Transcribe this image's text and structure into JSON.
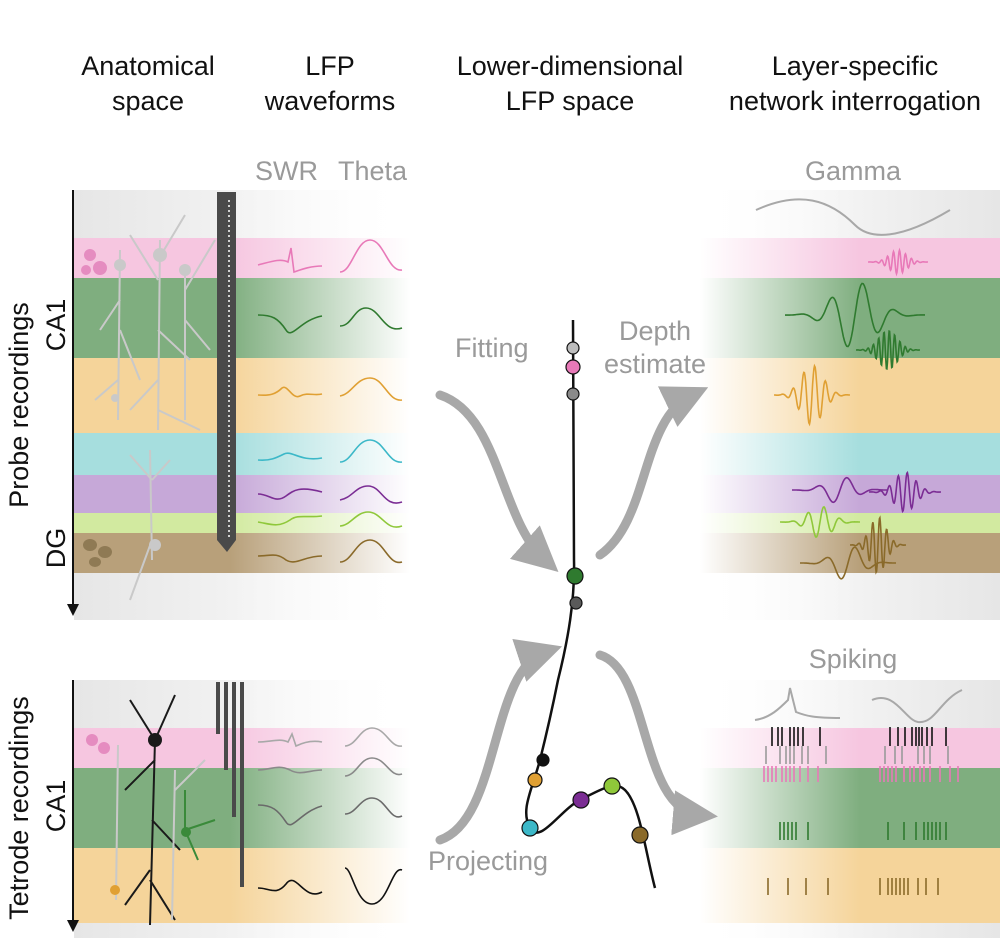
{
  "columns": {
    "anatomical": [
      "Anatomical",
      "space"
    ],
    "lfp": [
      "LFP",
      "waveforms"
    ],
    "lower": [
      "Lower-dimensional",
      "LFP space"
    ],
    "layer": [
      "Layer-specific",
      "network interrogation"
    ]
  },
  "lfp_sublabels": {
    "swr": "SWR",
    "theta": "Theta"
  },
  "right_labels": {
    "gamma": "Gamma",
    "spiking": "Spiking"
  },
  "arrow_labels": {
    "fitting": "Fitting",
    "depth": [
      "Depth",
      "estimate"
    ],
    "projecting": "Projecting"
  },
  "side_labels": {
    "probe": "Probe recordings",
    "tetrode": "Tetrode recordings",
    "ca1_top": "CA1",
    "dg": "DG",
    "ca1_bottom": "CA1"
  },
  "colors": {
    "pink": "#e879b8",
    "green": "#2f7a2f",
    "orange": "#e0a033",
    "cyan": "#3cb8c8",
    "purple": "#7b2d94",
    "lime": "#8fc83a",
    "brown": "#8a6a2a",
    "grey": "#9a9a9a",
    "band_pink": "#f6c6e0",
    "band_green": "#7fae7f",
    "band_orange": "#f5d49a",
    "band_cyan": "#a6dede",
    "band_purple": "#c6a8d8",
    "band_lime": "#d2eaa0",
    "band_brown": "#b8a07a"
  }
}
